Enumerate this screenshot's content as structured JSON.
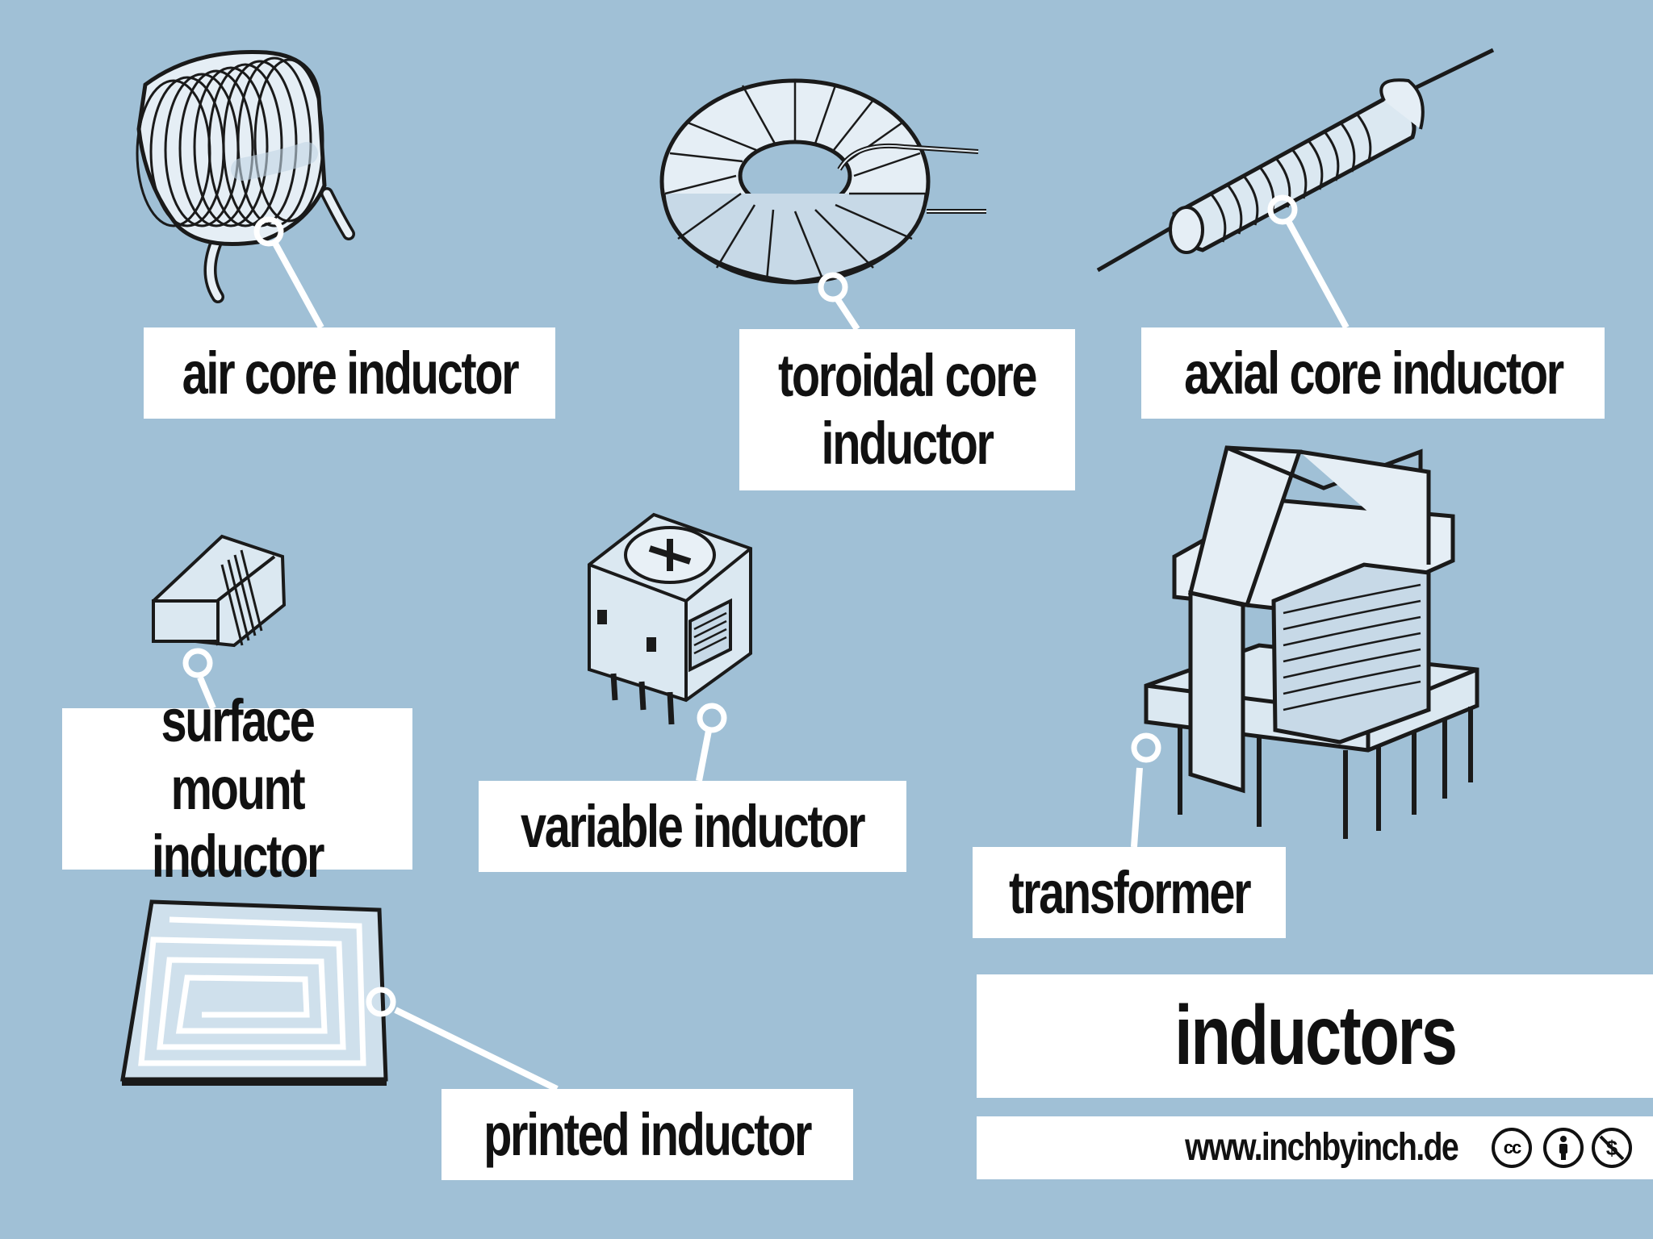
{
  "labels": {
    "air_core": "air core inductor",
    "toroidal_line1": "toroidal core",
    "toroidal_line2": "inductor",
    "axial_core": "axial core inductor",
    "surface_mount_line1": "surface mount",
    "surface_mount_line2": "inductor",
    "variable": "variable inductor",
    "transformer": "transformer",
    "printed": "printed inductor"
  },
  "title": "inductors",
  "website": "www.inchbyinch.de",
  "license_icons": [
    "creative-commons-icon",
    "attribution-icon",
    "non-commercial-icon"
  ],
  "colors": {
    "background": "#a0c0d6",
    "label_box": "#ffffff",
    "ink": "#111111",
    "component_fill": "#dde9f2",
    "component_shade": "#b7cfe0"
  }
}
